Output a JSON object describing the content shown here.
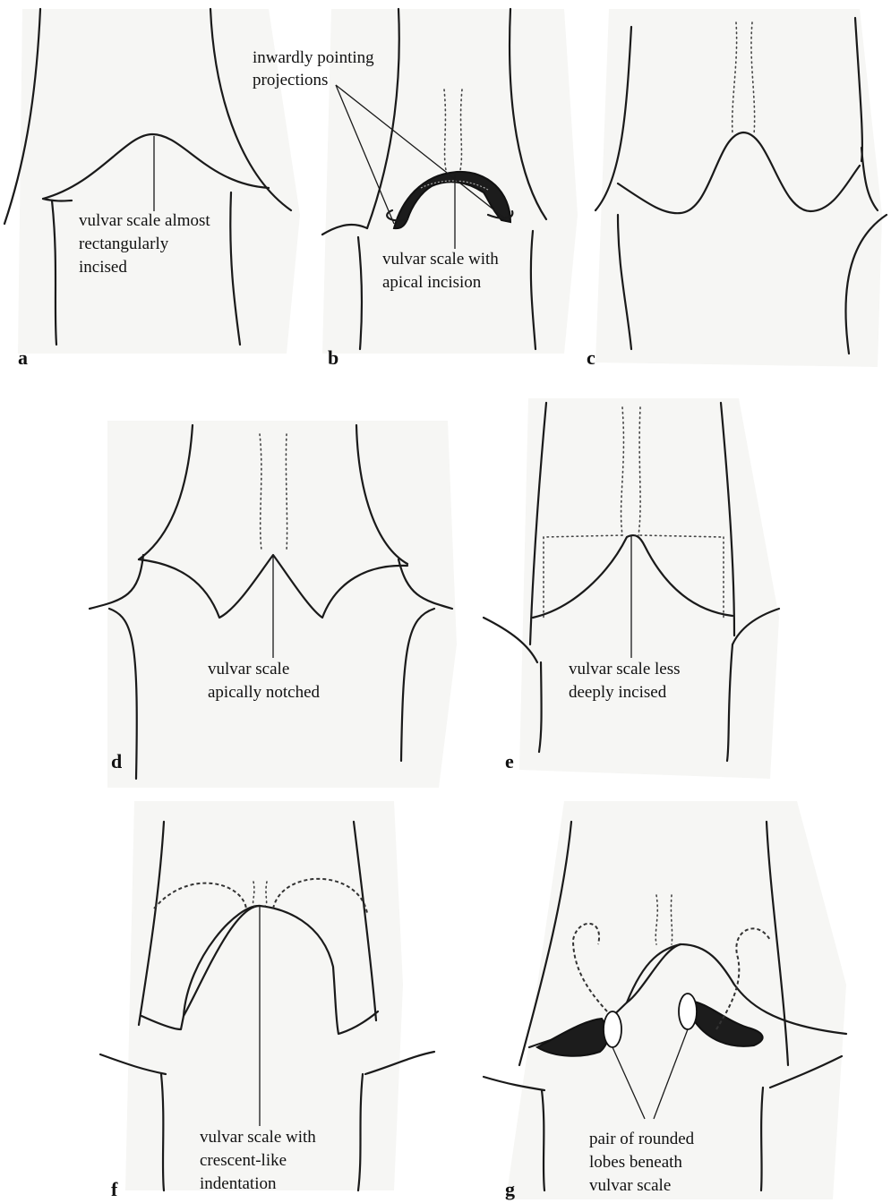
{
  "panels": [
    {
      "letter": "a",
      "annotation": [
        "vulvar scale almost",
        "rectangularly",
        "incised"
      ]
    },
    {
      "letter": "b",
      "annotation": [
        "vulvar scale with",
        "apical incision"
      ],
      "callout": [
        "inwardly pointing",
        "projections"
      ]
    },
    {
      "letter": "c"
    },
    {
      "letter": "d",
      "annotation": [
        "vulvar scale",
        "apically notched"
      ]
    },
    {
      "letter": "e",
      "annotation": [
        "vulvar scale less",
        "deeply incised"
      ]
    },
    {
      "letter": "f",
      "annotation": [
        "vulvar scale with",
        "crescent-like",
        "indentation"
      ]
    },
    {
      "letter": "g",
      "annotation": [
        "pair of rounded",
        "lobes beneath",
        "vulvar scale"
      ]
    }
  ]
}
